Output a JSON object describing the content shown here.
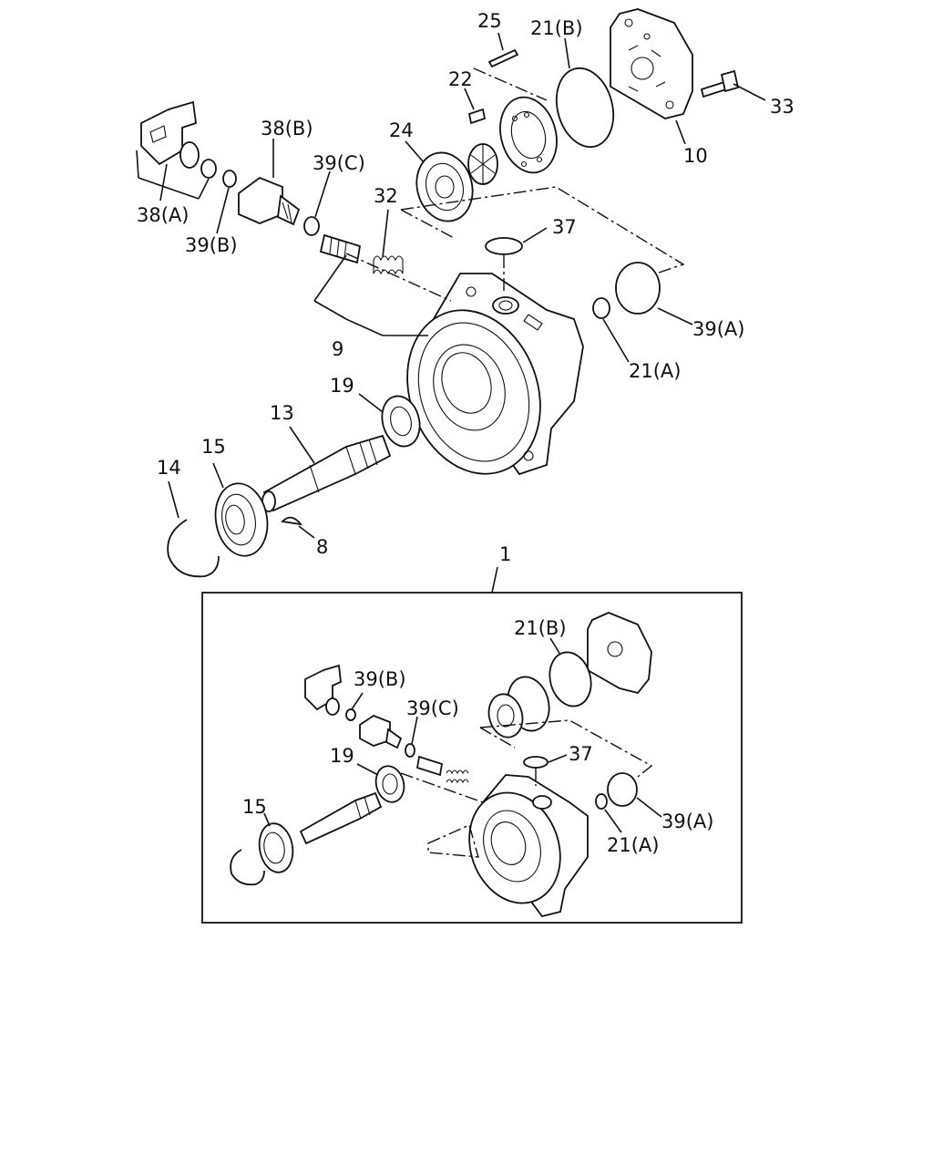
{
  "callouts": {
    "p25": "25",
    "p21b": "21(B)",
    "p22": "22",
    "p33": "33",
    "p38b": "38(B)",
    "p24": "24",
    "p39c": "39(C)",
    "p10": "10",
    "p38a": "38(A)",
    "p32": "32",
    "p39b": "39(B)",
    "p37": "37",
    "p39a": "39(A)",
    "p9": "9",
    "p21a": "21(A)",
    "p19": "19",
    "p13": "13",
    "p15": "15",
    "p14": "14",
    "p8": "8",
    "p1": "1"
  },
  "kit": {
    "p21b": "21(B)",
    "p39b": "39(B)",
    "p39c": "39(C)",
    "p37": "37",
    "p19": "19",
    "p15": "15",
    "p39a": "39(A)",
    "p21a": "21(A)"
  }
}
